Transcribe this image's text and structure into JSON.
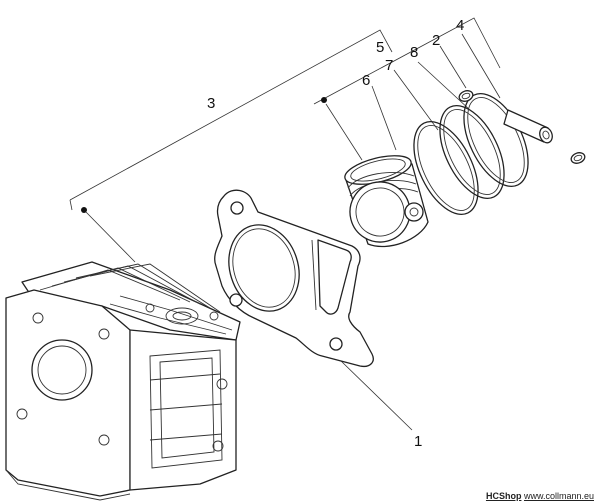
{
  "labels": {
    "gasket": "1",
    "pin_clip": "2",
    "cylinder_kit": "3",
    "piston_pin": "4",
    "piston_kit": "5",
    "piston": "6",
    "ring_top": "7",
    "ring_second": "8"
  },
  "watermark": {
    "brand": "HCShop",
    "url": "www.collmann.eu"
  }
}
